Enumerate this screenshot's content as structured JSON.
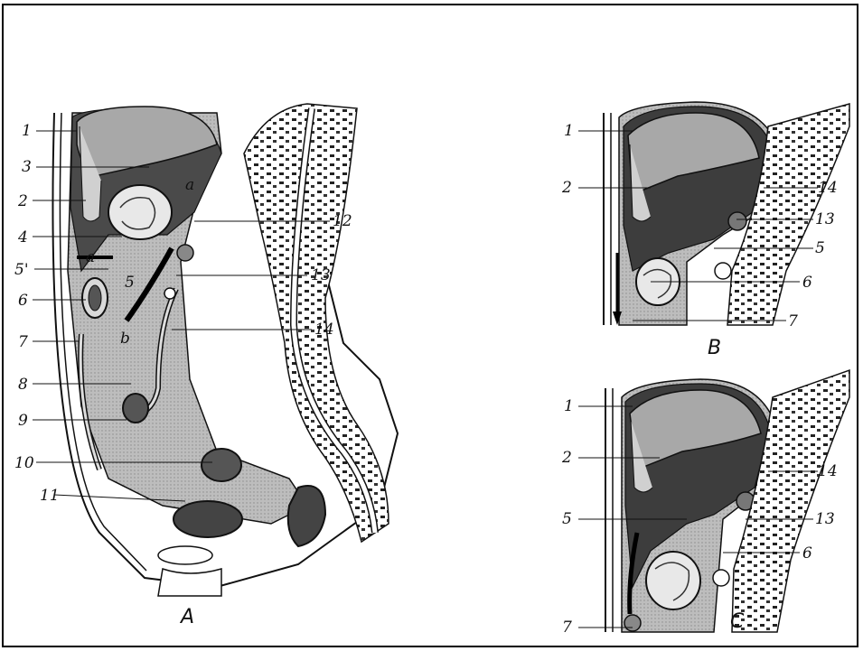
{
  "figure": {
    "panels": [
      {
        "id": "A",
        "caption": "A",
        "labels": [
          "1",
          "3",
          "2",
          "4",
          "5'",
          "6",
          "7",
          "8",
          "9",
          "10",
          "11",
          "12",
          "13",
          "14",
          "a",
          "5",
          "b",
          "a"
        ]
      },
      {
        "id": "B",
        "caption": "B",
        "labels": [
          "1",
          "2",
          "14",
          "13",
          "5",
          "6",
          "7"
        ]
      },
      {
        "id": "C",
        "caption": "C",
        "labels": [
          "1",
          "2",
          "14",
          "5",
          "13",
          "6",
          "7"
        ]
      }
    ]
  },
  "colors": {
    "dark": "#3a3a3a",
    "mid": "#9a9a9a",
    "light": "#c8c8c8",
    "line": "#111111"
  }
}
